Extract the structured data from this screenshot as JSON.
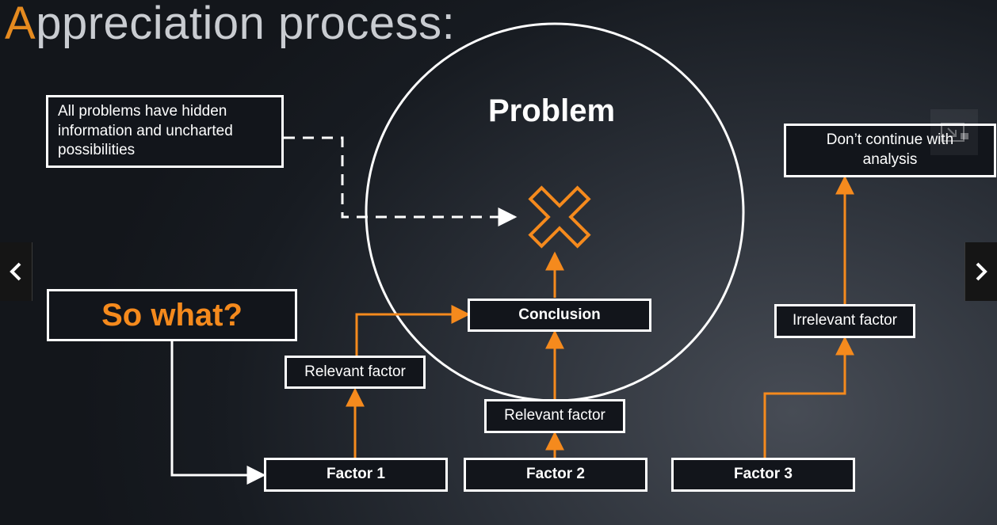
{
  "slide": {
    "title_first_letter": "A",
    "title_rest": "ppreciation process:",
    "circle_label": "Problem",
    "hidden_info_text": "All problems have hidden information and uncharted possibilities",
    "so_what": "So what?",
    "conclusion": "Conclusion",
    "dont_continue": "Don’t continue with analysis",
    "relevant_factor_1": "Relevant factor",
    "relevant_factor_2": "Relevant factor",
    "irrelevant_factor": "Irrelevant factor",
    "factor_1": "Factor 1",
    "factor_2": "Factor 2",
    "factor_3": "Factor 3"
  },
  "colors": {
    "accent": "#f58a1d",
    "line": "#ffffff",
    "title_grey": "#c9ccd1"
  },
  "icons": {
    "prev": "chevron-left-icon",
    "next": "chevron-right-icon",
    "cross": "cross-icon",
    "overlay": "picture-in-picture-icon"
  }
}
